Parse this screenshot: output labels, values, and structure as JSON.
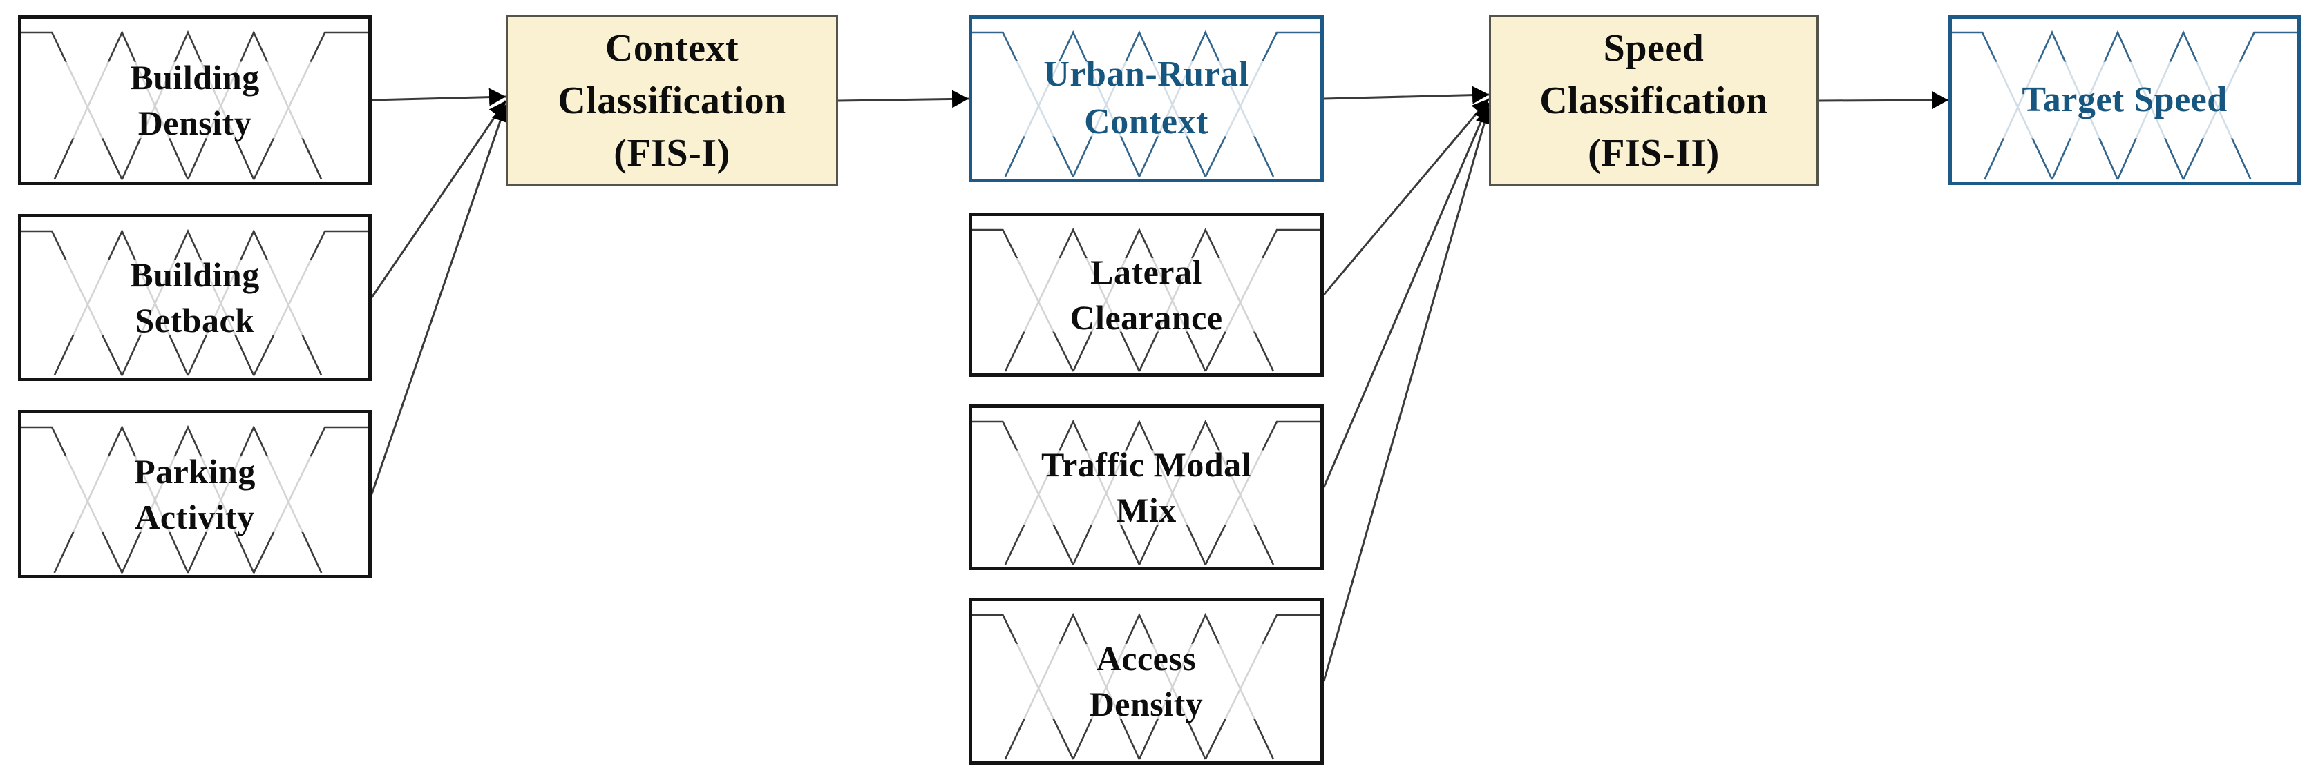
{
  "diagram": {
    "type": "flowchart",
    "description": "Two-stage fuzzy inference system: context classification and speed classification",
    "colors": {
      "background": "#FFFFFF",
      "process_fill": "#FAF0D2",
      "process_border": "#55544A",
      "input_box_border": "#141414",
      "output_box_border": "#1E5A87",
      "output_text": "#17567E",
      "input_text": "#0D0D0D",
      "membership_line_black": "#3C3C3C",
      "membership_line_blue": "#33658C",
      "connector_line": "#3A3A3A",
      "arrowhead": "#000000"
    },
    "nodes": [
      {
        "id": "building-density",
        "label": "Building\nDensity",
        "kind": "fuzzy-input",
        "palette": "black"
      },
      {
        "id": "building-setback",
        "label": "Building\nSetback",
        "kind": "fuzzy-input",
        "palette": "black"
      },
      {
        "id": "parking-activity",
        "label": "Parking\nActivity",
        "kind": "fuzzy-input",
        "palette": "black"
      },
      {
        "id": "fis-1",
        "label": "Context\nClassification\n(FIS-I)",
        "kind": "process",
        "palette": "cream"
      },
      {
        "id": "urban-rural-context",
        "label": "Urban-Rural\nContext",
        "kind": "fuzzy-output",
        "palette": "blue"
      },
      {
        "id": "lateral-clearance",
        "label": "Lateral\nClearance",
        "kind": "fuzzy-input",
        "palette": "black"
      },
      {
        "id": "traffic-modal-mix",
        "label": "Traffic Modal\nMix",
        "kind": "fuzzy-input",
        "palette": "black"
      },
      {
        "id": "access-density",
        "label": "Access\nDensity",
        "kind": "fuzzy-input",
        "palette": "black"
      },
      {
        "id": "fis-2",
        "label": "Speed\nClassification\n(FIS-II)",
        "kind": "process",
        "palette": "cream"
      },
      {
        "id": "target-speed",
        "label": "Target Speed",
        "kind": "fuzzy-output",
        "palette": "blue"
      }
    ],
    "edges": [
      {
        "from": "building-density",
        "to": "fis-1"
      },
      {
        "from": "building-setback",
        "to": "fis-1"
      },
      {
        "from": "parking-activity",
        "to": "fis-1"
      },
      {
        "from": "fis-1",
        "to": "urban-rural-context"
      },
      {
        "from": "urban-rural-context",
        "to": "fis-2"
      },
      {
        "from": "lateral-clearance",
        "to": "fis-2"
      },
      {
        "from": "traffic-modal-mix",
        "to": "fis-2"
      },
      {
        "from": "access-density",
        "to": "fis-2"
      },
      {
        "from": "fis-2",
        "to": "target-speed"
      }
    ]
  }
}
